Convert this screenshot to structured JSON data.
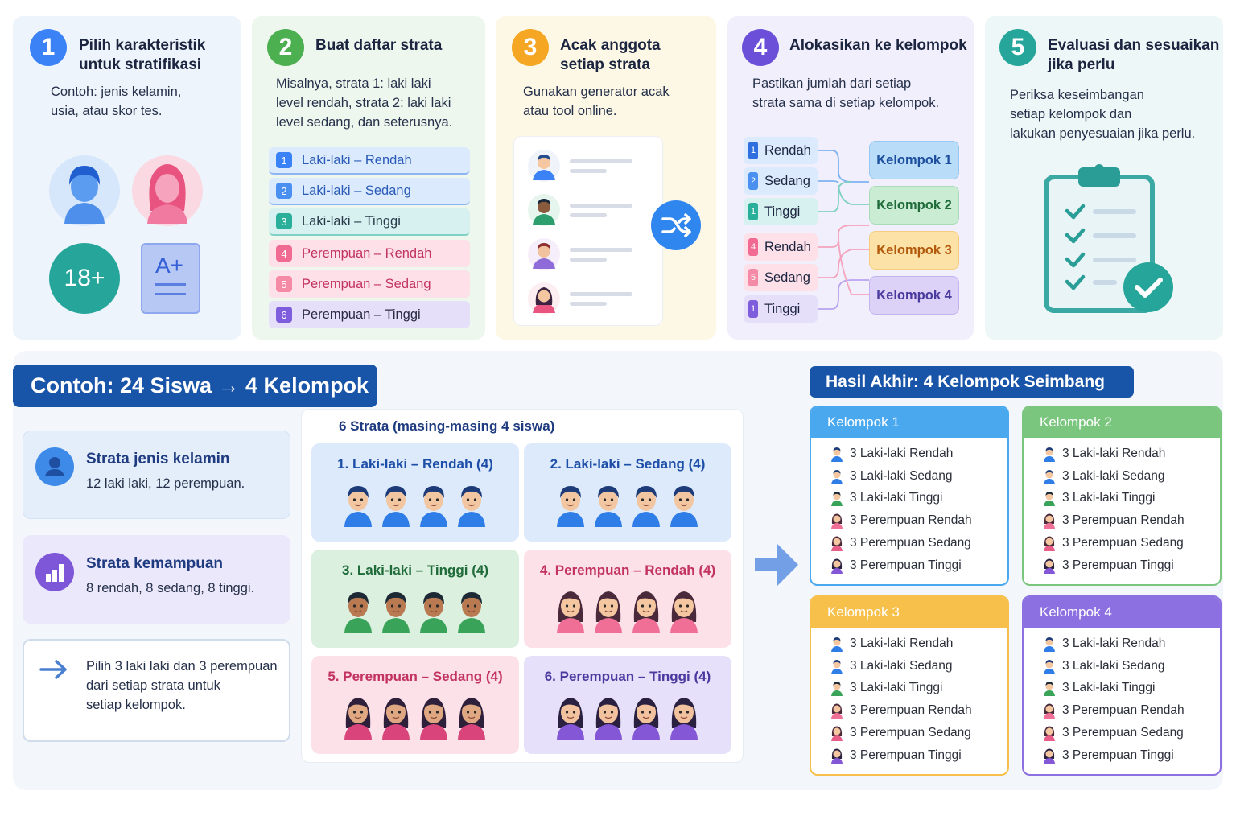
{
  "steps": [
    {
      "num": "1",
      "title_l1": "Pilih karakteristik",
      "title_l2": "untuk stratifikasi",
      "desc_l1": "Contoh: jenis kelamin,",
      "desc_l2": "usia, atau skor tes.",
      "color": "#3b82f6"
    },
    {
      "num": "2",
      "title_l1": "Buat daftar strata",
      "desc_l1": "Misalnya, strata 1: laki laki",
      "desc_l2": "level rendah, strata 2: laki laki",
      "desc_l3": "level sedang, dan seterusnya.",
      "color": "#4caf50"
    },
    {
      "num": "3",
      "title_l1": "Acak anggota",
      "title_l2": "setiap strata",
      "desc_l1": "Gunakan generator acak",
      "desc_l2": "atau tool online.",
      "color": "#f5a623"
    },
    {
      "num": "4",
      "title_l1": "Alokasikan ke kelompok",
      "desc_l1": "Pastikan jumlah dari setiap",
      "desc_l2": "strata sama di setiap kelompok.",
      "color": "#6b4fd8"
    },
    {
      "num": "5",
      "title_l1": "Evaluasi dan sesuaikan",
      "title_l2": "jika perlu",
      "desc_l1": "Periksa keseimbangan",
      "desc_l2": "setiap kelompok dan",
      "desc_l3": "lakukan penyesuaian jika perlu.",
      "color": "#26a69a"
    }
  ],
  "age_badge": "18+",
  "grade_text": "A+",
  "strata_list": [
    {
      "num": "1",
      "label": "Laki-laki – Rendah"
    },
    {
      "num": "2",
      "label": "Laki-laki – Sedang"
    },
    {
      "num": "3",
      "label": "Laki-laki – Tinggi"
    },
    {
      "num": "4",
      "label": "Perempuan – Rendah"
    },
    {
      "num": "5",
      "label": "Perempuan – Sedang"
    },
    {
      "num": "6",
      "label": "Perempuan – Tinggi"
    }
  ],
  "alloc_levels": [
    {
      "num": "1",
      "label": "Rendah"
    },
    {
      "num": "2",
      "label": "Sedang"
    },
    {
      "num": "1",
      "label": "Tinggi"
    },
    {
      "num": "4",
      "label": "Rendah"
    },
    {
      "num": "5",
      "label": "Sedang"
    },
    {
      "num": "1",
      "label": "Tinggi"
    }
  ],
  "alloc_groups": [
    "Kelompok 1",
    "Kelompok 2",
    "Kelompok 3",
    "Kelompok 4"
  ],
  "example": {
    "banner": "Contoh: 24 Siswa → 4 Kelompok",
    "gender_title": "Strata jenis kelamin",
    "gender_desc": "12 laki laki, 12 perempuan.",
    "ability_title": "Strata kemampuan",
    "ability_desc": "8 rendah, 8 sedang, 8 tinggi.",
    "pick_l1": "Pilih 3 laki laki dan 3 perempuan",
    "pick_l2": "dari setiap strata untuk",
    "pick_l3": "setiap kelompok."
  },
  "strata_grid_title": "6 Strata (masing-masing 4 siswa)",
  "strata_boxes": [
    "1. Laki-laki – Rendah (4)",
    "2. Laki-laki – Sedang (4)",
    "3. Laki-laki – Tinggi (4)",
    "4. Perempuan – Rendah (4)",
    "5. Perempuan – Sedang (4)",
    "6. Perempuan – Tinggi (4)"
  ],
  "result_banner": "Hasil Akhir: 4 Kelompok Seimbang",
  "result_groups": [
    {
      "name": "Kelompok 1",
      "color": "#4aa8ef"
    },
    {
      "name": "Kelompok 2",
      "color": "#7bc67e"
    },
    {
      "name": "Kelompok 3",
      "color": "#f7c04a"
    },
    {
      "name": "Kelompok 4",
      "color": "#8c6fe0"
    }
  ],
  "result_rows": [
    "3 Laki-laki Rendah",
    "3 Laki-laki Sedang",
    "3 Laki-laki Tinggi",
    "3 Perempuan Rendah",
    "3 Perempuan Sedang",
    "3 Perempuan Tinggi"
  ]
}
